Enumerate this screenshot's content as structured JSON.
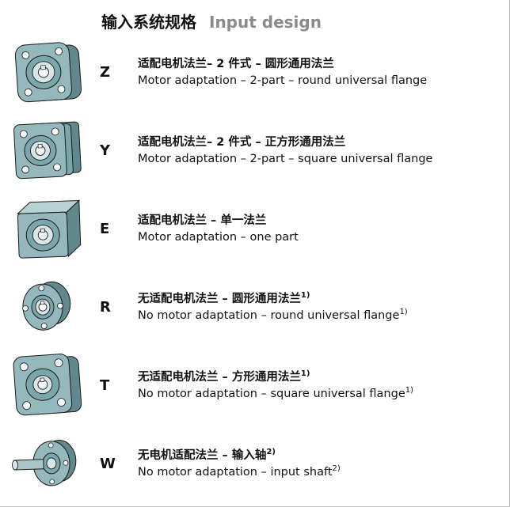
{
  "header": {
    "title_zh": "输入系统规格",
    "title_en": "Input design"
  },
  "colors": {
    "illustration_teal": "#94b8bc",
    "illustration_dark": "#60888d",
    "title_gray": "#8a8a8a",
    "text": "#111111"
  },
  "rows": [
    {
      "code": "Z",
      "zh": "适配电机法兰– 2 件式 – 圆形通用法兰",
      "en": "Motor adaptation – 2-part – round universal flange",
      "sup": "",
      "illustration": "two-part-round-universal-flange-drawing"
    },
    {
      "code": "Y",
      "zh": "适配电机法兰– 2 件式 – 正方形通用法兰",
      "en": "Motor adaptation – 2-part – square universal flange",
      "sup": "",
      "illustration": "two-part-square-universal-flange-drawing"
    },
    {
      "code": "E",
      "zh": "适配电机法兰 – 单一法兰",
      "en": "Motor adaptation – one part",
      "sup": "",
      "illustration": "one-part-flange-block-drawing"
    },
    {
      "code": "R",
      "zh": "无适配电机法兰 – 圆形通用法兰",
      "en": "No motor adaptation – round universal flange",
      "sup": "1)",
      "illustration": "round-universal-flange-drawing"
    },
    {
      "code": "T",
      "zh": "无适配电机法兰 – 方形通用法兰",
      "en": "No motor adaptation – square universal flange",
      "sup": "1)",
      "illustration": "square-universal-flange-drawing"
    },
    {
      "code": "W",
      "zh": "无电机适配法兰 – 输入轴",
      "en": "No motor adaptation – input shaft",
      "sup": "2)",
      "illustration": "input-shaft-disc-drawing"
    }
  ]
}
